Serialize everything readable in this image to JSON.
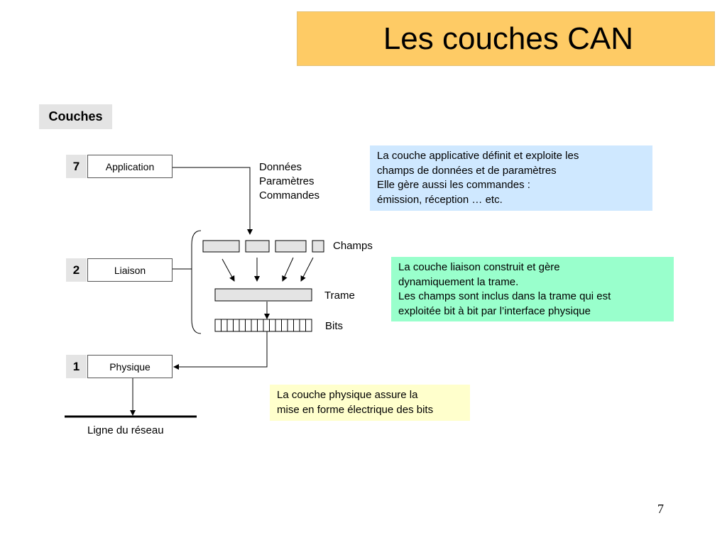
{
  "title": "Les couches CAN",
  "section": "Couches",
  "layers": {
    "application": {
      "number": "7",
      "label": "Application"
    },
    "liaison": {
      "number": "2",
      "label": "Liaison"
    },
    "physique": {
      "number": "1",
      "label": "Physique"
    }
  },
  "data_labels": [
    "Données",
    "Paramètres",
    "Commandes"
  ],
  "labels": {
    "champs": "Champs",
    "trame": "Trame",
    "bits": "Bits",
    "network_line": "Ligne du réseau"
  },
  "notes": {
    "application": {
      "color": "#cfe8ff",
      "lines": [
        "La couche applicative définit et exploite les",
        "champs de données et de paramètres",
        "Elle gère aussi les commandes :",
        "émission, réception … etc."
      ]
    },
    "liaison": {
      "color": "#99ffcc",
      "lines": [
        "La couche liaison construit et gère",
        "dynamiquement la trame.",
        "Les champs sont inclus dans la trame qui est",
        "exploitée bit à bit par l’interface physique"
      ]
    },
    "physique": {
      "color": "#ffffcc",
      "lines": [
        "La couche physique assure la",
        "mise en forme électrique des bits"
      ]
    }
  },
  "page_number": "7"
}
